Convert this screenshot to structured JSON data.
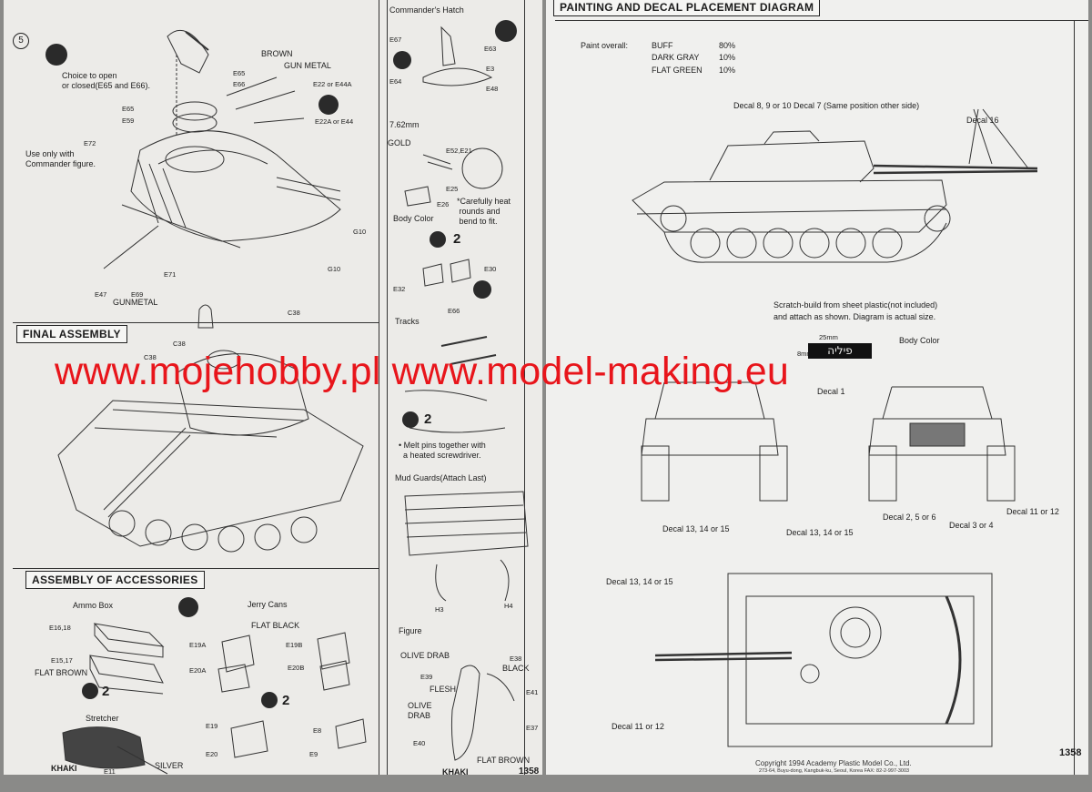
{
  "left": {
    "step_number": "5",
    "top_section": {
      "choice_note": "Choice to open\nor closed(E65 and E66).",
      "brown": "BROWN",
      "gun_metal": "GUN METAL",
      "e65": "E65",
      "e66": "E66",
      "e22_e44a": "E22 or E44A",
      "e65b": "E65",
      "e59": "E59",
      "e22a_e44": "E22A or E44",
      "e72": "E72",
      "use_only_note": "Use only with\nCommander figure.",
      "g10a": "G10",
      "g10b": "G10",
      "e71": "E71",
      "e47": "E47",
      "e69": "E69",
      "gunmetal": "GUNMETAL"
    },
    "final_assembly": {
      "heading": "FINAL ASSEMBLY",
      "c38a": "C38",
      "c38b": "C38",
      "c38c": "C38"
    },
    "accessories": {
      "heading": "ASSEMBLY OF ACCESSORIES",
      "ammo_box": "Ammo Box",
      "e16_18": "E16,18",
      "e15_17": "E15,17",
      "flat_brown": "FLAT BROWN",
      "count1": "2",
      "jerry_cans": "Jerry Cans",
      "flat_black": "FLAT BLACK",
      "e19a": "E19A",
      "e19b": "E19B",
      "e20a": "E20A",
      "e20b": "E20B",
      "count2": "2",
      "stretcher": "Stretcher",
      "khaki": "KHAKI",
      "e11": "E11",
      "silver": "SILVER",
      "e19": "E19",
      "e20": "E20",
      "e8": "E8",
      "e9": "E9"
    },
    "middle_column": {
      "commanders_hatch": "Commander's Hatch",
      "e67": "E67",
      "e63": "E63",
      "e3": "E3",
      "e64": "E64",
      "e48": "E48",
      "mg": "7.62mm",
      "gold": "GOLD",
      "e52_e21": "E52,E21",
      "e25": "E25",
      "e26": "E26",
      "heat_note": "*Carefully heat\n rounds and\n bend to fit.",
      "body_color": "Body Color",
      "count3": "2",
      "e30": "E30",
      "e32": "E32",
      "e66": "E66",
      "tracks": "Tracks",
      "count4": "2",
      "melt_note": "• Melt pins together with\n  a heated screwdriver.",
      "mud_guards": "Mud Guards(Attach Last)",
      "h3": "H3",
      "h4": "H4",
      "figure": "Figure",
      "olive_drab": "OLIVE DRAB",
      "e38": "E38",
      "black": "BLACK",
      "e39": "E39",
      "flesh": "FLESH",
      "e41": "E41",
      "olive_drab2": "OLIVE\nDRAB",
      "e37": "E37",
      "e40": "E40",
      "flat_brown2": "FLAT BROWN",
      "khaki2": "KHAKI",
      "page_num_left": "1358"
    }
  },
  "right": {
    "heading": "PAINTING AND DECAL PLACEMENT DIAGRAM",
    "paint": {
      "label": "Paint overall:",
      "rows": [
        {
          "color": "BUFF",
          "pct": "80%"
        },
        {
          "color": "DARK GRAY",
          "pct": "10%"
        },
        {
          "color": "FLAT GREEN",
          "pct": "10%"
        }
      ]
    },
    "decal_side": "Decal 8, 9 or 10  Decal 7 (Same position other side)",
    "decal16": "Decal 16",
    "scratch_note": "Scratch-build from sheet plastic(not included)\nand attach as shown. Diagram is actual size.",
    "dim_w": "25mm",
    "dim_h": "8mm",
    "plate_text": "פיליה",
    "body_color": "Body Color",
    "decal1": "Decal 1",
    "decal_front": "Decal 13, 14 or 15",
    "decal_rear1": "Decal 13, 14 or 15",
    "decal_2_5_6": "Decal 2, 5 or 6",
    "decal_3_4": "Decal 3 or 4",
    "decal_11_12a": "Decal 11 or 12",
    "decal_top": "Decal 13, 14 or 15",
    "decal_11_12b": "Decal 11 or 12",
    "copyright": "Copyright 1994 Academy Plastic Model Co., Ltd.",
    "address": "273-64, Buyu-dong, Kangbuk-ku, Seoul, Korea   FAX: 82-2-997-3003",
    "page_num": "1358"
  },
  "watermark": "www.mojehobby.pl www.model-making.eu"
}
